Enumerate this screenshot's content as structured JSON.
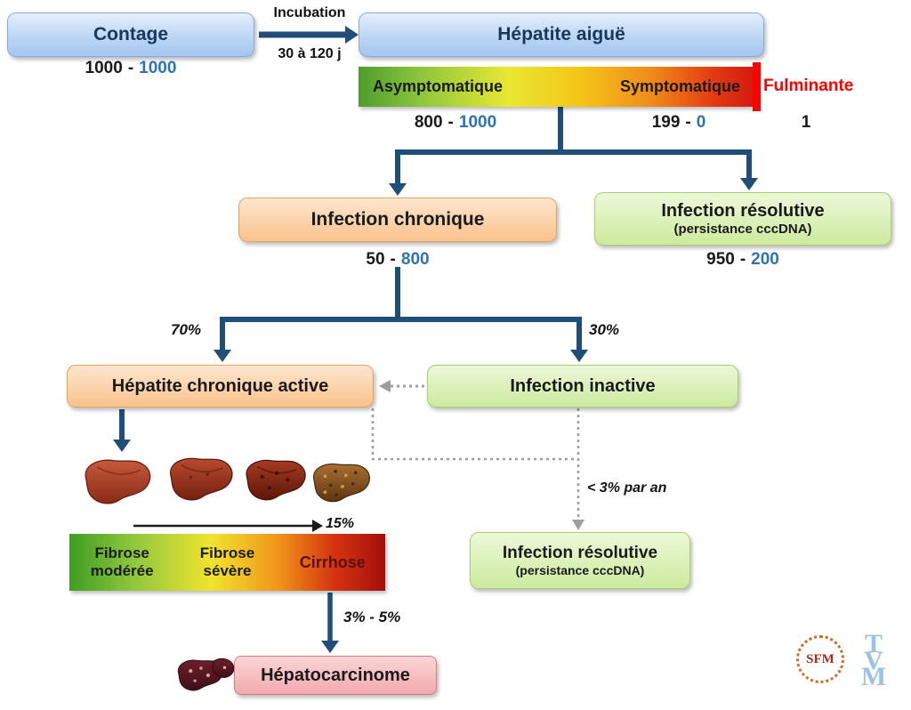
{
  "palette": {
    "arrow_navy": "#1f4e79",
    "count_blue": "#2e74b5",
    "fulminante_red": "#ff0000",
    "dotted_gray": "#9e9e9e"
  },
  "nodes": {
    "contage": {
      "label": "Contage"
    },
    "hepatite_aigue": {
      "label": "Hépatite aiguë"
    },
    "infection_chronique": {
      "label": "Infection chronique"
    },
    "infection_resolutive_top": {
      "label": "Infection résolutive",
      "sub": "(persistance cccDNA)"
    },
    "hepatite_chronique_active": {
      "label": "Hépatite chronique active"
    },
    "infection_inactive": {
      "label": "Infection inactive"
    },
    "infection_resolutive_bottom": {
      "label": "Infection résolutive",
      "sub": "(persistance cccDNA)"
    },
    "hepatocarcinome": {
      "label": "Hépatocarcinome"
    }
  },
  "acute_bar": {
    "asymptomatique": "Asymptomatique",
    "symptomatique": "Symptomatique",
    "fulminante": "Fulminante"
  },
  "fibrose_bar": {
    "seg1_line1": "Fibrose",
    "seg1_line2": "modérée",
    "seg2_line1": "Fibrose",
    "seg2_line2": "sévère",
    "seg3": "Cirrhose"
  },
  "counts": {
    "contage": {
      "a": "1000",
      "sep": "-",
      "b": "1000"
    },
    "asymptomatique": {
      "a": "800",
      "sep": "-",
      "b": "1000"
    },
    "symptomatique": {
      "a": "199",
      "sep": "-",
      "b": "0"
    },
    "fulminante": {
      "a": "1"
    },
    "infection_chronique": {
      "a": "50",
      "sep": "-",
      "b": "800"
    },
    "infection_resolutive_top": {
      "a": "950",
      "sep": "-",
      "b": "200"
    }
  },
  "edges": {
    "incubation_label": "Incubation",
    "incubation_duration": "30 à 120 j",
    "pct_to_chronique": "70%",
    "pct_to_inactive": "30%",
    "pct_to_cirrhose": "15%",
    "pct_to_hepatocarcinome": "3% - 5%",
    "pct_resolution_par_an": "< 3% par an"
  },
  "logos": {
    "sfm": "SFM",
    "tvm_t": "T",
    "tvm_v": "V",
    "tvm_m": "M"
  }
}
